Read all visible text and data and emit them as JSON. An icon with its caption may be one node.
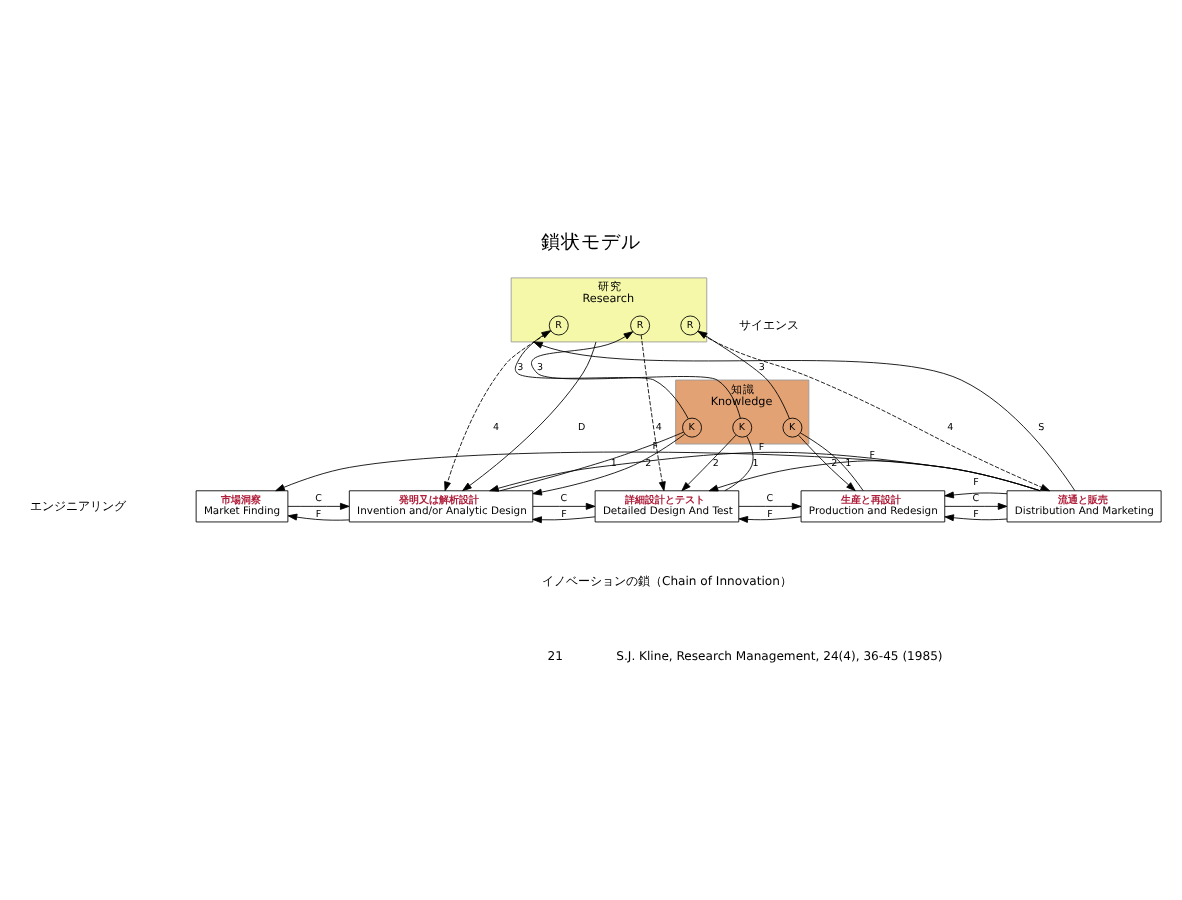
{
  "diagram": {
    "title": "鎖状モデル",
    "nodes": [
      {
        "text": [
          "研究",
          "Research"
        ]
      },
      {
        "text": [
          "R"
        ],
        "in": 0
      },
      {
        "text": [
          "R"
        ],
        "in": 0
      },
      {
        "text": [
          "R"
        ],
        "in": 0
      },
      {
        "text": [
          "知識",
          "Knowledge"
        ]
      },
      {
        "text": [
          "K"
        ],
        "in": 4
      },
      {
        "text": [
          "K"
        ],
        "in": 4
      },
      {
        "text": [
          "K"
        ],
        "in": 4
      },
      {
        "text": [
          "市場洞察",
          "Market Finding"
        ]
      },
      {
        "text": [
          "発明又は解析設計",
          "Invention and/or Analytic Design"
        ]
      },
      {
        "text": [
          "詳細設計とテスト",
          "Detailed Design And Test"
        ]
      },
      {
        "text": [
          "生産と再設計",
          "Production and Redesign"
        ]
      },
      {
        "text": [
          "流通と販売",
          "Distribution And Marketing"
        ]
      }
    ],
    "edges": [
      {
        "from": 0,
        "to": 9,
        "arrow": "to",
        "label": "D"
      },
      {
        "from": 12,
        "to": 0,
        "arrow": "to",
        "label": "S"
      },
      {
        "from": 9,
        "to": 5,
        "arrow": "none",
        "label": "1"
      },
      {
        "from": 5,
        "to": 1,
        "arrow": "to",
        "label": "3"
      },
      {
        "from": 5,
        "to": 9,
        "arrow": "to",
        "label": "2"
      },
      {
        "from": 1,
        "to": 9,
        "arrow": "to",
        "label": "4",
        "style": "dashed"
      },
      {
        "from": 10,
        "to": 6,
        "arrow": "none",
        "label": "1"
      },
      {
        "from": 6,
        "to": 2,
        "arrow": "to",
        "label": "3"
      },
      {
        "from": 6,
        "to": 10,
        "arrow": "to",
        "label": "2"
      },
      {
        "from": 2,
        "to": 10,
        "arrow": "to",
        "label": "4",
        "style": "dashed"
      },
      {
        "from": 11,
        "to": 7,
        "arrow": "none",
        "label": "1"
      },
      {
        "from": 7,
        "to": 3,
        "arrow": "to",
        "label": "3"
      },
      {
        "from": 7,
        "to": 11,
        "arrow": "to",
        "label": "2"
      },
      {
        "from": 3,
        "to": 12,
        "arrow": "to",
        "label": "4",
        "style": "dashed"
      },
      {
        "from": 8,
        "to": 9,
        "arrow": "to",
        "label": "C"
      },
      {
        "from": 9,
        "to": 8,
        "arrow": "to",
        "label": "F"
      },
      {
        "from": 9,
        "to": 10,
        "arrow": "to",
        "label": "C"
      },
      {
        "from": 10,
        "to": 9,
        "arrow": "to",
        "label": "F"
      },
      {
        "from": 10,
        "to": 11,
        "arrow": "to",
        "label": "C"
      },
      {
        "from": 11,
        "to": 10,
        "arrow": "to",
        "label": "F"
      },
      {
        "from": 11,
        "to": 12,
        "arrow": "to",
        "label": "C"
      },
      {
        "from": 12,
        "to": 11,
        "arrow": "to",
        "label": "F"
      },
      {
        "from": 12,
        "to": 8,
        "arrow": "to",
        "label": "F"
      },
      {
        "from": 12,
        "to": 9,
        "arrow": "to",
        "label": "F"
      },
      {
        "from": 12,
        "to": 10,
        "arrow": "to",
        "label": "F"
      },
      {
        "from": 12,
        "to": 11,
        "arrow": "to",
        "label": "F"
      }
    ],
    "labels": [
      "サイエンス",
      "エンジニアリング",
      "イノベーションの鎖（Chain of Innovation）",
      "21",
      "S.J. Kline, Research Management, 24(4), 36-45 (1985)"
    ]
  }
}
